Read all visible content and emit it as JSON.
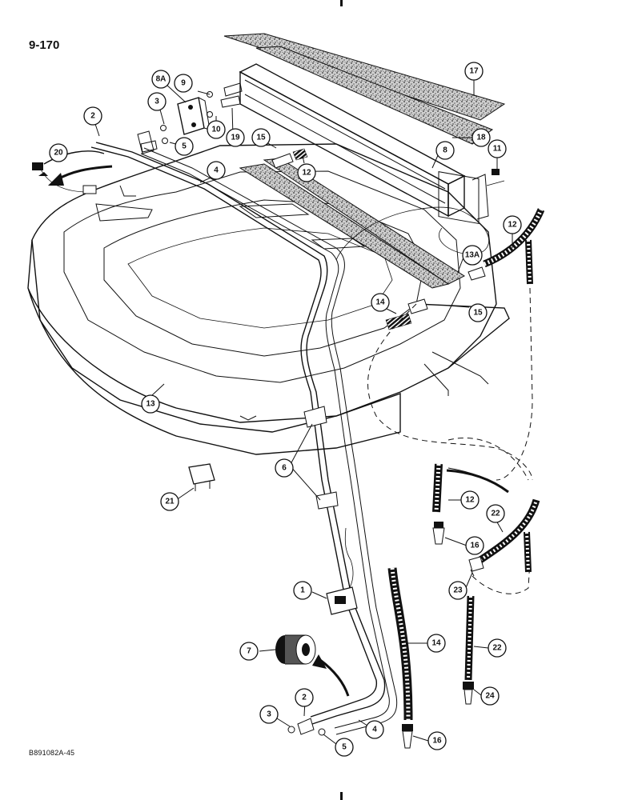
{
  "page_number": "9-170",
  "figure_code": "B891082A-45",
  "callouts": {
    "c1": "1",
    "c2a": "2",
    "c2b": "2",
    "c3a": "3",
    "c3b": "3",
    "c4a": "4",
    "c4b": "4",
    "c5a": "5",
    "c5b": "5",
    "c6": "6",
    "c7": "7",
    "c8": "8",
    "c8a": "8A",
    "c9": "9",
    "c10": "10",
    "c11": "11",
    "c12a": "12",
    "c12b": "12",
    "c12c": "12",
    "c13": "13",
    "c13a": "13A",
    "c14a": "14",
    "c14b": "14",
    "c15a": "15",
    "c15b": "15",
    "c16a": "16",
    "c16b": "16",
    "c17": "17",
    "c18": "18",
    "c19": "19",
    "c20": "20",
    "c21": "21",
    "c22a": "22",
    "c22b": "22",
    "c23": "23",
    "c24": "24"
  }
}
